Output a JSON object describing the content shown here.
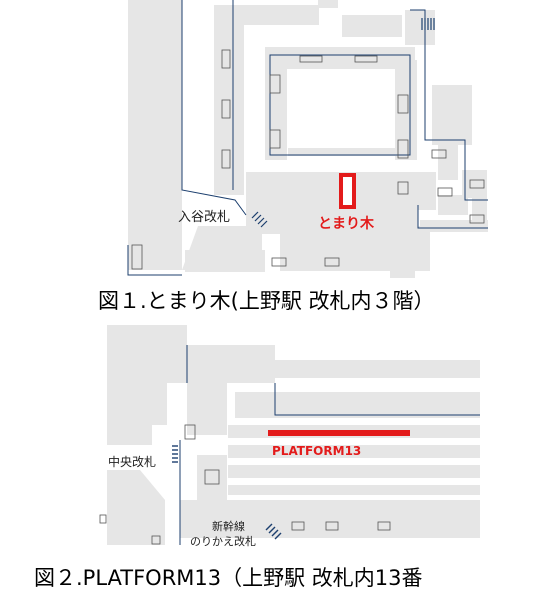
{
  "map1": {
    "caption": "図１.とまり木(上野駅 改札内３階）",
    "spot_label": "とまり木",
    "gate_label": "入谷改札"
  },
  "map2": {
    "caption": "図２.PLATFORM13（上野駅  改札内13番",
    "spot_label": "PLATFORM13",
    "gate_central": "中央改札",
    "gate_shinkansen_line1": "新幹線",
    "gate_shinkansen_line2": "のりかえ改札"
  },
  "colors": {
    "highlight": "#e31b1b",
    "floor": "#e6e6e6",
    "wall": "#1c3f6e"
  }
}
